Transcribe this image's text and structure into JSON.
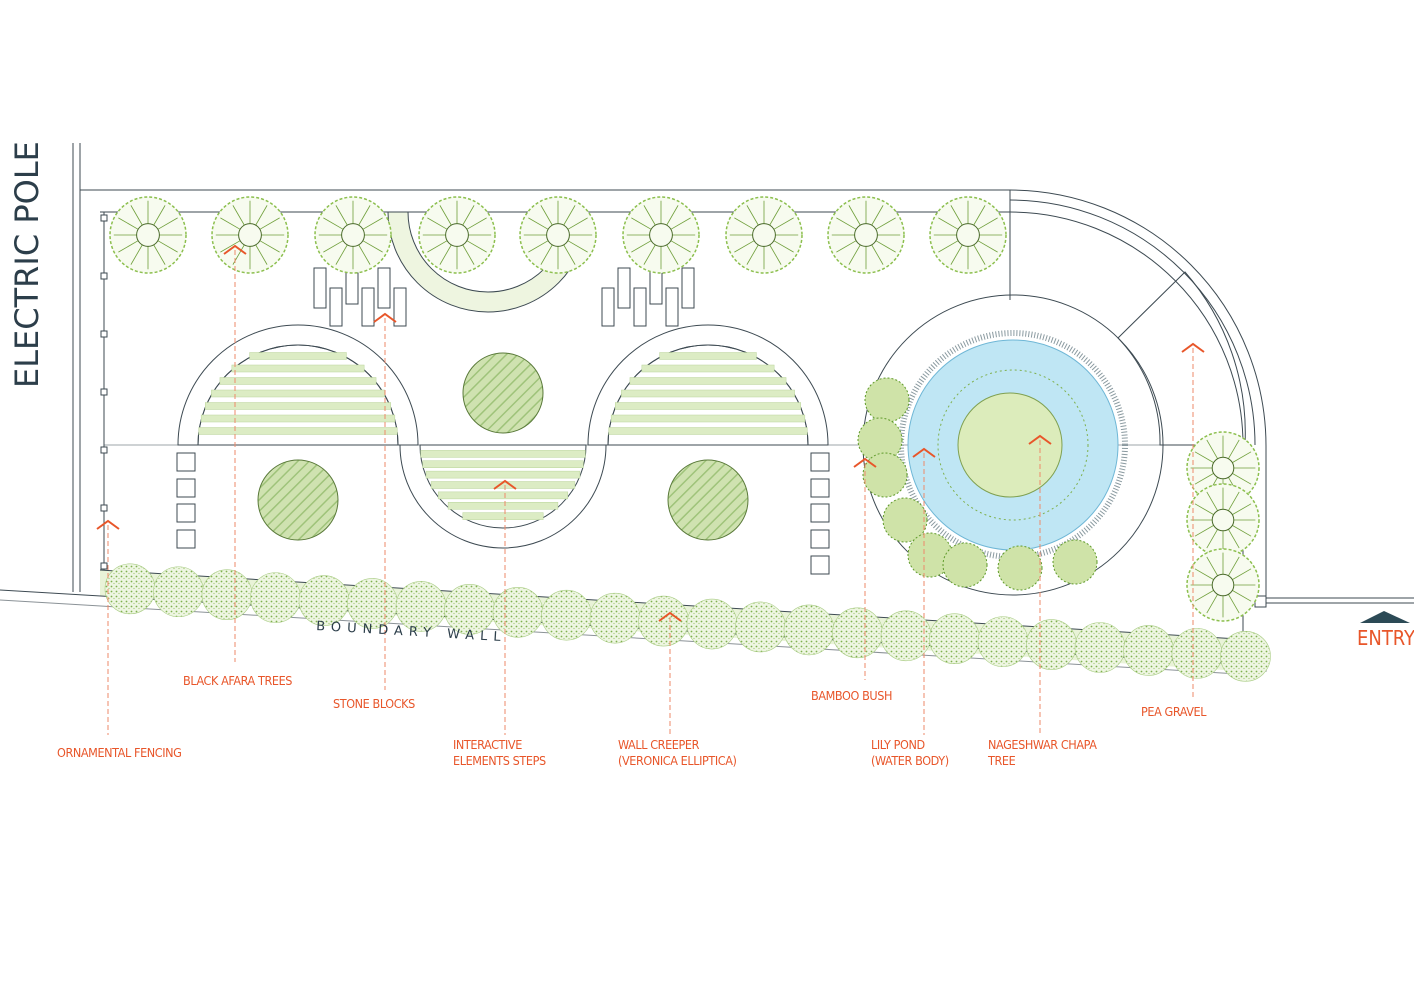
{
  "title_left": "ELECTRIC POLE",
  "wall_label": "BOUNDARY WALL",
  "entry_label": "ENTRY",
  "colors": {
    "accent": "#e8562a",
    "line": "#3d4a52",
    "water": "#bfe6f4",
    "lawn": "#e6f2cf",
    "tree": "#6f9f3a",
    "dark": "#2c4a56"
  },
  "labels": [
    {
      "id": "ornamental-fencing",
      "lines": [
        "ORNAMENTAL FENCING"
      ]
    },
    {
      "id": "black-afara-trees",
      "lines": [
        "BLACK AFARA TREES"
      ]
    },
    {
      "id": "stone-blocks",
      "lines": [
        "STONE BLOCKS"
      ]
    },
    {
      "id": "interactive-steps",
      "lines": [
        "INTERACTIVE",
        "ELEMENTS STEPS"
      ]
    },
    {
      "id": "wall-creeper",
      "lines": [
        "WALL CREEPER",
        "(VERONICA ELLIPTICA)"
      ]
    },
    {
      "id": "bamboo-bush",
      "lines": [
        "BAMBOO BUSH"
      ]
    },
    {
      "id": "lily-pond",
      "lines": [
        "LILY POND",
        "(WATER BODY)"
      ]
    },
    {
      "id": "nageshwar-chapa",
      "lines": [
        "NAGESHWAR CHAPA",
        "TREE"
      ]
    },
    {
      "id": "pea-gravel",
      "lines": [
        "PEA GRAVEL"
      ]
    }
  ]
}
